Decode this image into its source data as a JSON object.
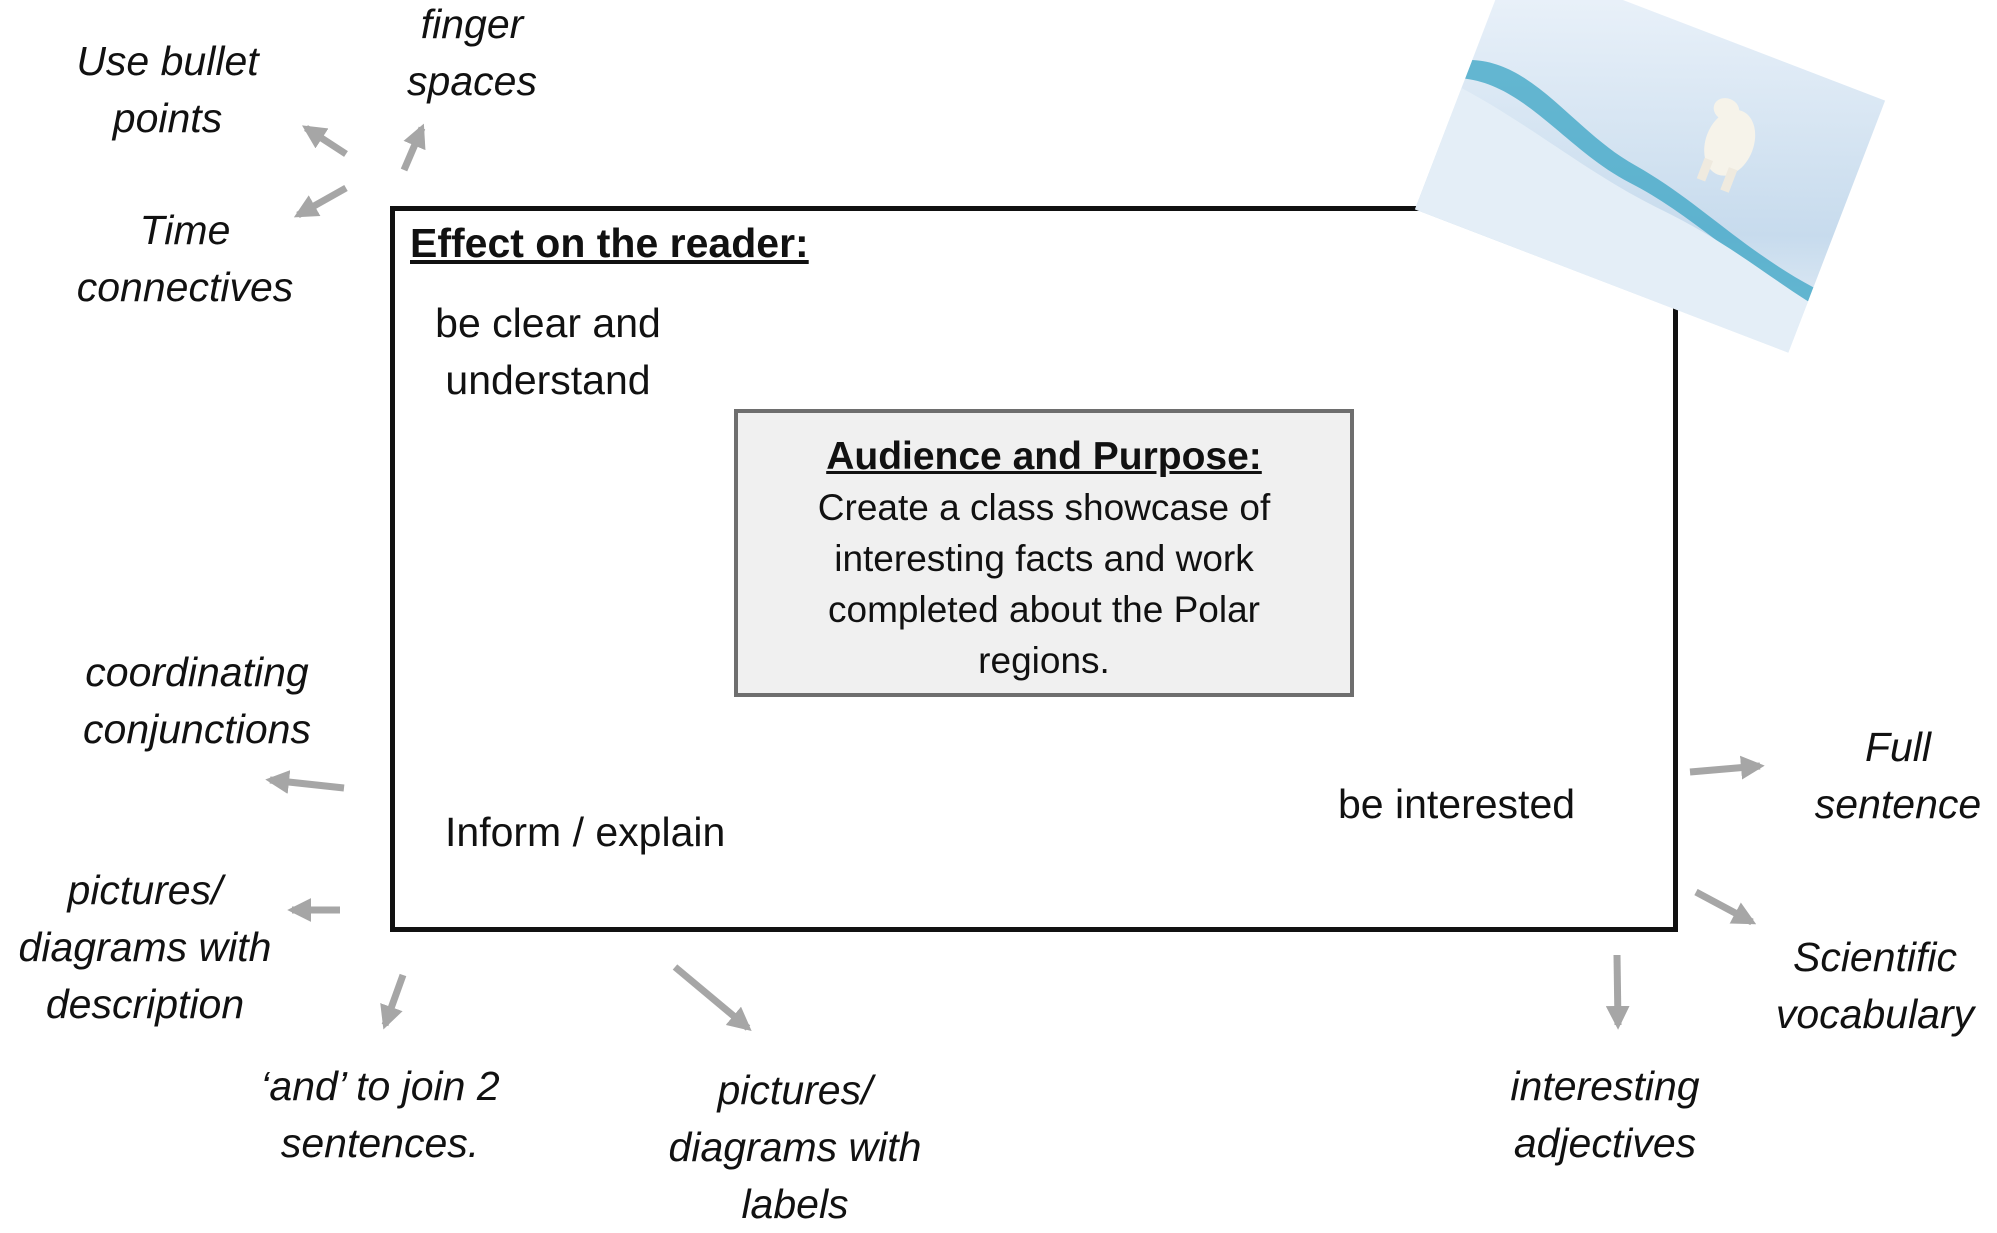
{
  "main": {
    "heading": "Effect on the reader:",
    "effect_clear": [
      "be clear and",
      "understand"
    ],
    "effect_inform": "Inform / explain",
    "effect_interest": "be interested"
  },
  "center": {
    "title": "Audience and Purpose:",
    "lines": [
      "Create a class showcase of",
      "interesting facts and work",
      "completed about the Polar",
      "regions."
    ]
  },
  "features": {
    "finger_spaces": [
      "finger",
      "spaces"
    ],
    "bullet_points": [
      "Use bullet",
      "points"
    ],
    "time_connectives": [
      "Time",
      "connectives"
    ],
    "coordinating_conjunctions": [
      "coordinating",
      "conjunctions"
    ],
    "pictures_description": [
      "pictures/",
      "diagrams with",
      "description"
    ],
    "and_join": [
      "‘and’ to join 2",
      "sentences."
    ],
    "pictures_labels": [
      "pictures/",
      "diagrams with",
      "labels"
    ],
    "interesting_adjectives": [
      "interesting",
      "adjectives"
    ],
    "full_sentence": [
      "Full",
      "sentence"
    ],
    "scientific_vocabulary": [
      "Scientific",
      "vocabulary"
    ]
  },
  "colors": {
    "arrow": "#a6a6a6",
    "box_border": "#111111",
    "center_fill": "#f0f0f0"
  },
  "image": {
    "subject": "polar-bear-on-ice-photo"
  }
}
